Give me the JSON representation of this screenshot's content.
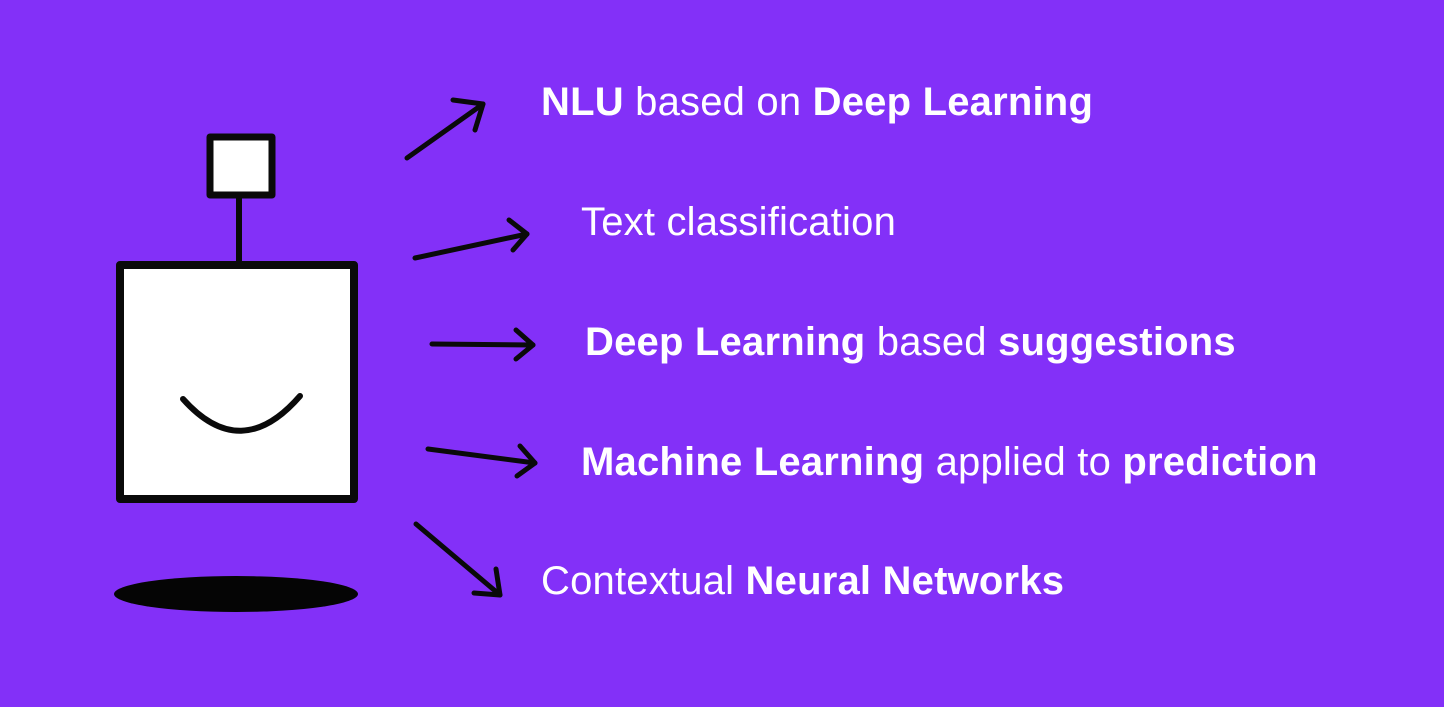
{
  "colors": {
    "background": "#8330f8",
    "text": "#ffffff",
    "ink": "#0a0a0a",
    "robot_fill": "#ffffff"
  },
  "icons": {
    "robot": "robot-icon",
    "arrow": "arrow-icon"
  },
  "features": [
    {
      "segments": [
        {
          "text": "NLU",
          "bold": true
        },
        {
          "text": " based on ",
          "bold": false
        },
        {
          "text": "Deep Learning",
          "bold": true
        }
      ]
    },
    {
      "segments": [
        {
          "text": "Text classification",
          "bold": false
        }
      ]
    },
    {
      "segments": [
        {
          "text": "Deep Learning",
          "bold": true
        },
        {
          "text": " based ",
          "bold": false
        },
        {
          "text": "suggestions",
          "bold": true
        }
      ]
    },
    {
      "segments": [
        {
          "text": "Machine Learning",
          "bold": true
        },
        {
          "text": " applied to ",
          "bold": false
        },
        {
          "text": "prediction",
          "bold": true
        }
      ]
    },
    {
      "segments": [
        {
          "text": "Contextual ",
          "bold": false
        },
        {
          "text": "Neural Networks",
          "bold": true
        }
      ]
    }
  ]
}
